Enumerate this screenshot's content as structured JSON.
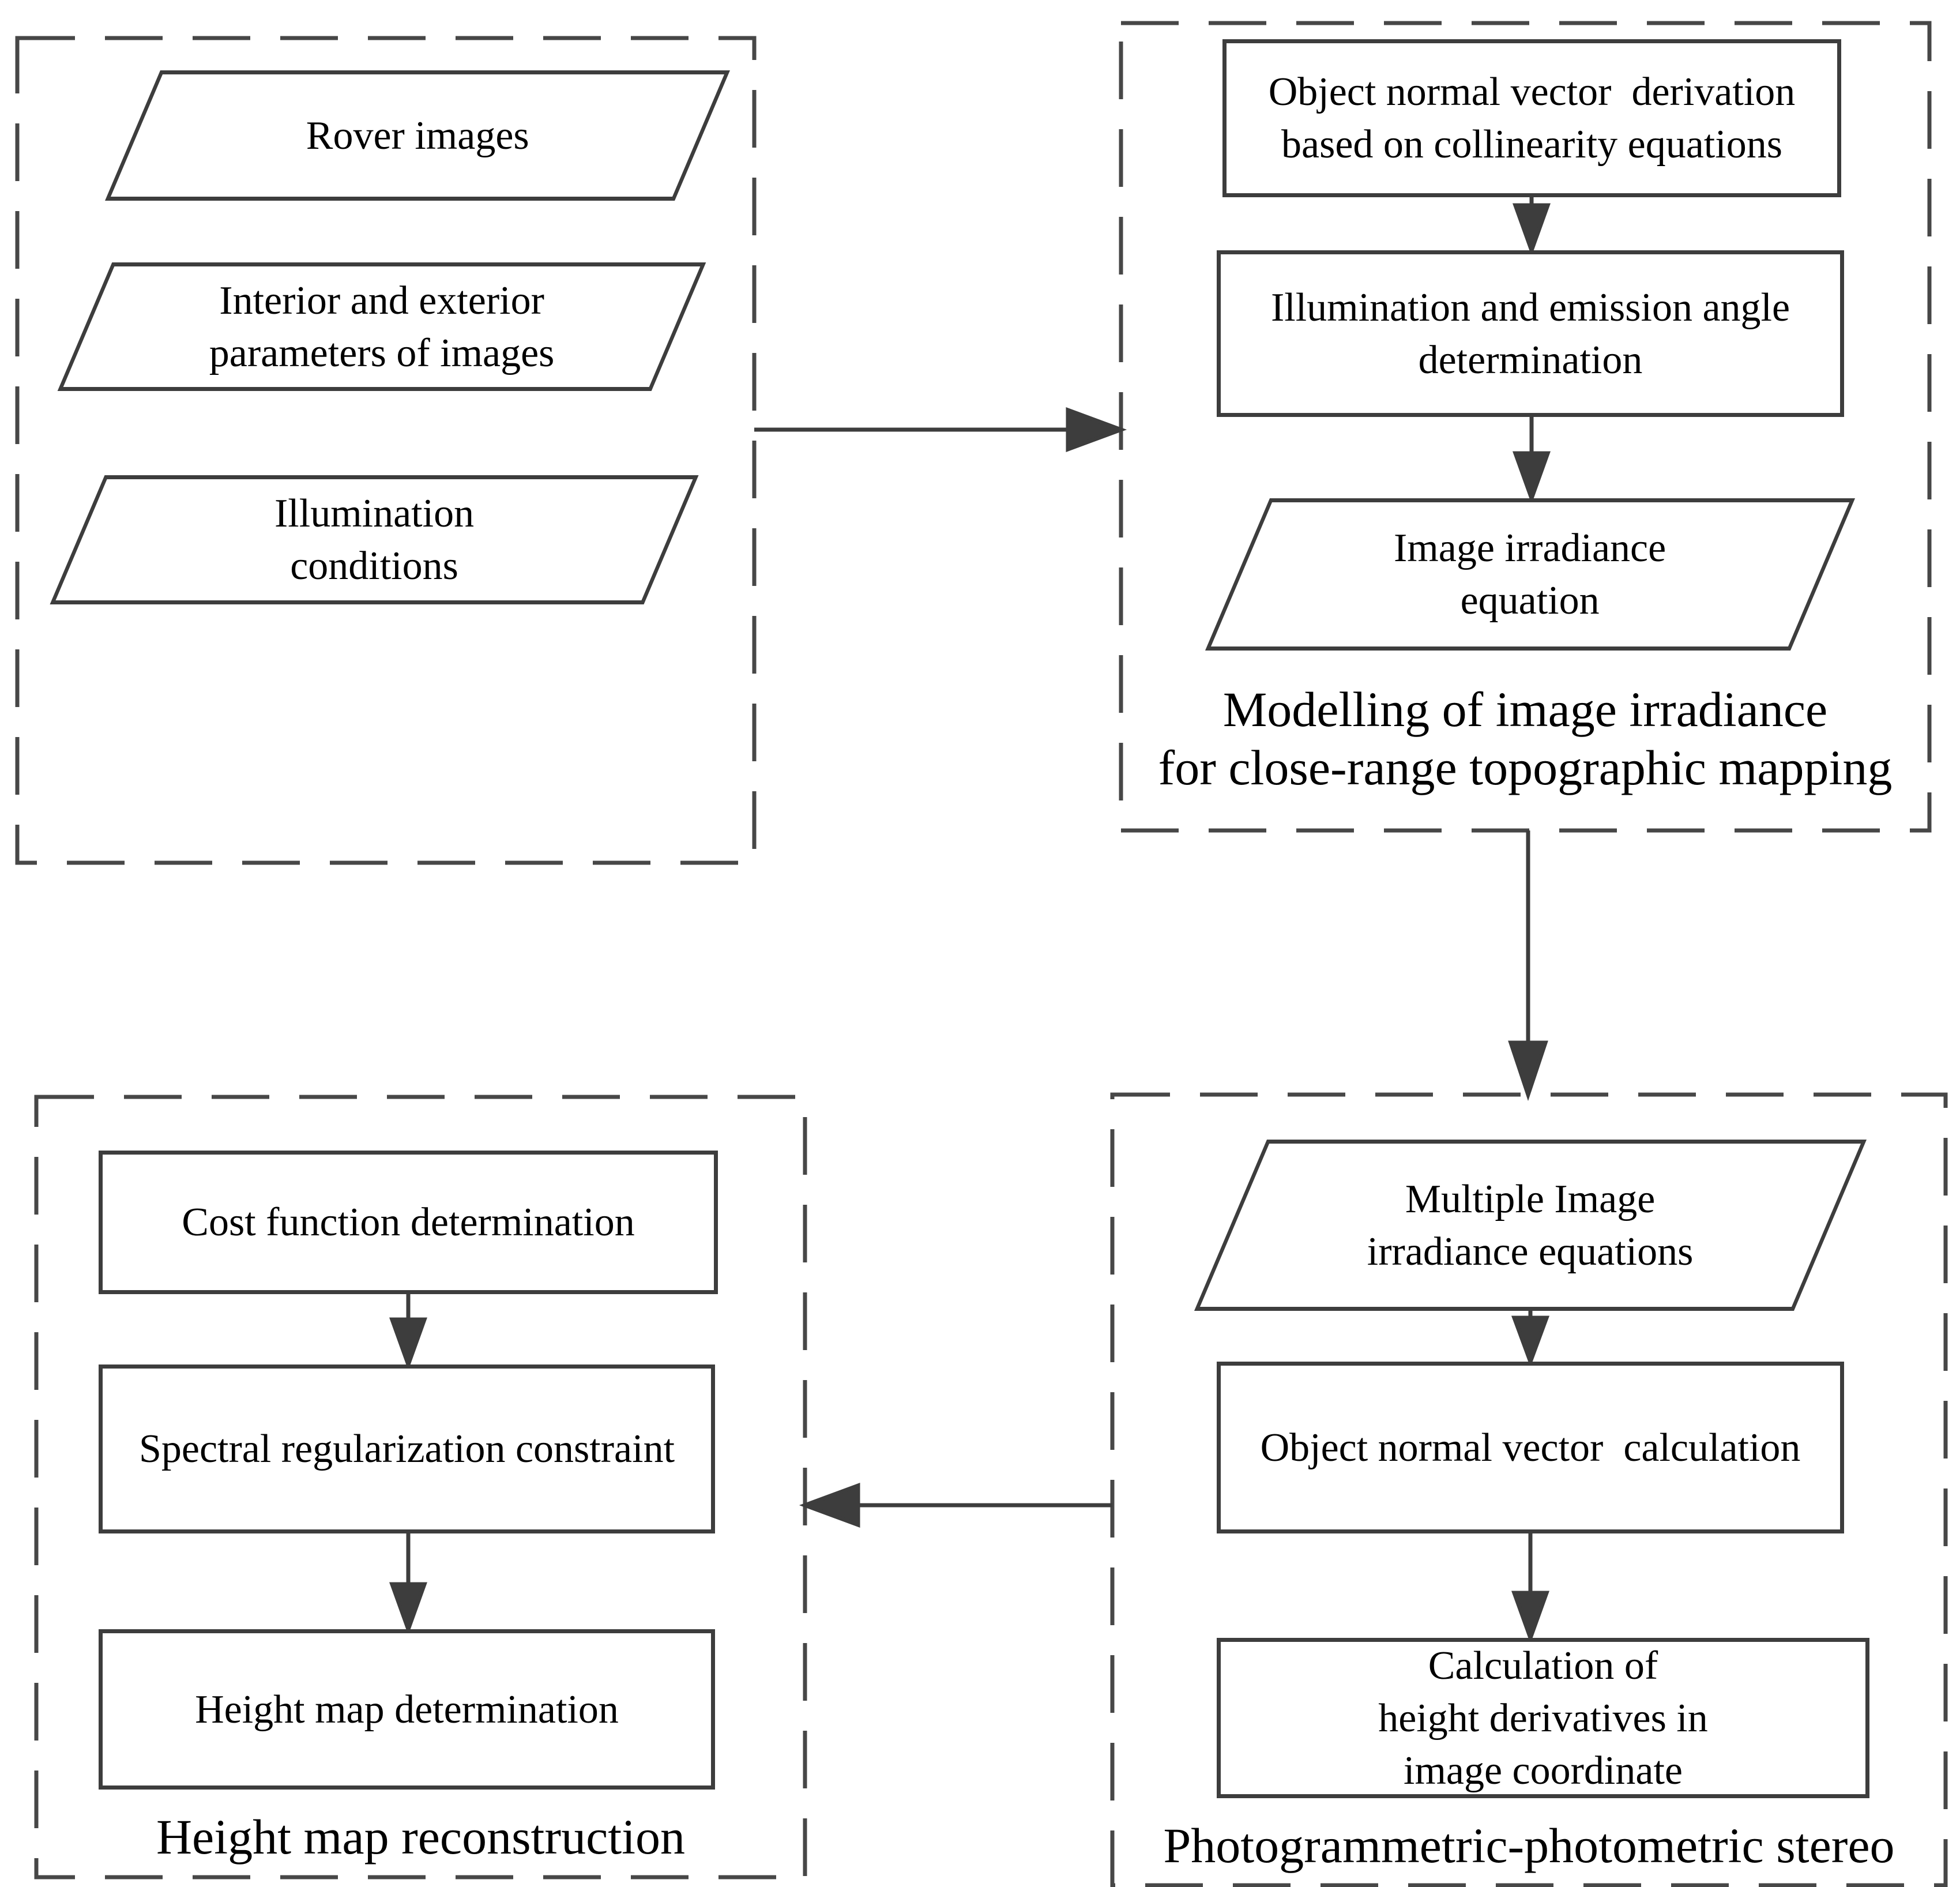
{
  "figure": {
    "type": "flowchart",
    "background": "#ffffff",
    "colors": {
      "node_border": "#3d3d3d",
      "group_dash_border": "#474747",
      "arrow": "#3d3d3d",
      "text": "#000000"
    },
    "nodes": {
      "rover_images": {
        "shape": "parallelogram",
        "label": "Rover images"
      },
      "interior_exterior_params": {
        "shape": "parallelogram",
        "label": "Interior and exterior\nparameters of images"
      },
      "illumination_conditions": {
        "shape": "parallelogram",
        "label": "Illumination\nconditions"
      },
      "object_normal_vector_derivation": {
        "shape": "process",
        "label": "Object normal vector  derivation\nbased on collinearity equations"
      },
      "illumination_emission_angle": {
        "shape": "process",
        "label": "Illumination and emission angle\ndetermination"
      },
      "image_irradiance_equation": {
        "shape": "parallelogram",
        "label": "Image irradiance\nequation"
      },
      "multiple_image_irradiance_equations": {
        "shape": "parallelogram",
        "label": "Multiple Image\nirradiance equations"
      },
      "object_normal_vector_calculation": {
        "shape": "process",
        "label": "Object normal vector  calculation"
      },
      "height_derivatives_calculation": {
        "shape": "process",
        "label": "Calculation of\nheight derivatives in\nimage coordinate"
      },
      "cost_function_determination": {
        "shape": "process",
        "label": "Cost function determination"
      },
      "spectral_regularization_constraint": {
        "shape": "process",
        "label": "Spectral regularization constraint"
      },
      "height_map_determination": {
        "shape": "process",
        "label": "Height map determination"
      }
    },
    "captions": {
      "modelling_group": "Modelling of image irradiance\nfor close-range topographic mapping",
      "stereo_group": "Photogrammetric-photometric stereo",
      "height_map_group": "Height map reconstruction"
    },
    "connections": [
      {
        "from": "inputs_group",
        "to": "modelling_group"
      },
      {
        "from": "object_normal_vector_derivation",
        "to": "illumination_emission_angle"
      },
      {
        "from": "illumination_emission_angle",
        "to": "image_irradiance_equation"
      },
      {
        "from": "modelling_group",
        "to": "stereo_group"
      },
      {
        "from": "multiple_image_irradiance_equations",
        "to": "object_normal_vector_calculation"
      },
      {
        "from": "object_normal_vector_calculation",
        "to": "height_derivatives_calculation"
      },
      {
        "from": "stereo_group",
        "to": "height_map_group"
      },
      {
        "from": "cost_function_determination",
        "to": "spectral_regularization_constraint"
      },
      {
        "from": "spectral_regularization_constraint",
        "to": "height_map_determination"
      }
    ]
  }
}
